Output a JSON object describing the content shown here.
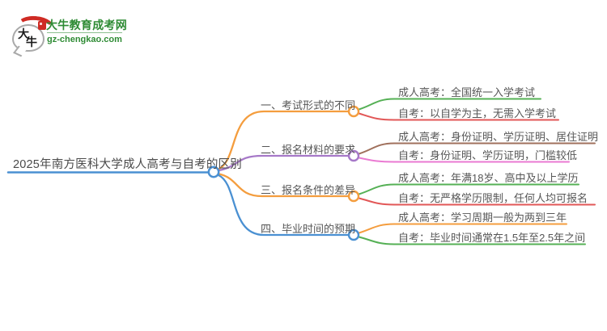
{
  "logo": {
    "icon_char_top": "大",
    "icon_char_bottom": "牛",
    "title": "大牛教育成考网",
    "url": "gz-chengkao.com",
    "brand_green": "#2e8b34",
    "seal_red": "#cf2b24"
  },
  "mindmap": {
    "text_color": "#565656",
    "root": {
      "label": "2025年南方医科大学成人高考与自考的区别",
      "color": "#4a90d2"
    },
    "branches": [
      {
        "label": "一、考试形式的不同",
        "color": "#f49d3e",
        "leaves": [
          {
            "label": "成人高考：全国统一入学考试",
            "color": "#55b055"
          },
          {
            "label": "自考：以自学为主，无需入学考试",
            "color": "#e25757"
          }
        ]
      },
      {
        "label": "二、报名材料的要求",
        "color": "#a678c8",
        "leaves": [
          {
            "label": "成人高考：身份证明、学历证明、居住证明",
            "color": "#a0705c"
          },
          {
            "label": "自考：身份证明、学历证明，门槛较低",
            "color": "#ea7ad2"
          }
        ]
      },
      {
        "label": "三、报名条件的差异",
        "color": "#f49d3e",
        "leaves": [
          {
            "label": "成人高考：年满18岁、高中及以上学历",
            "color": "#55b055"
          },
          {
            "label": "自考：无严格学历限制，任何人均可报名",
            "color": "#e25757"
          }
        ]
      },
      {
        "label": "四、毕业时间的预期",
        "color": "#4a90d2",
        "leaves": [
          {
            "label": "成人高考：学习周期一般为两到三年",
            "color": "#f49d3e"
          },
          {
            "label": "自考：毕业时间通常在1.5年至2.5年之间",
            "color": "#55b055"
          }
        ]
      }
    ]
  }
}
